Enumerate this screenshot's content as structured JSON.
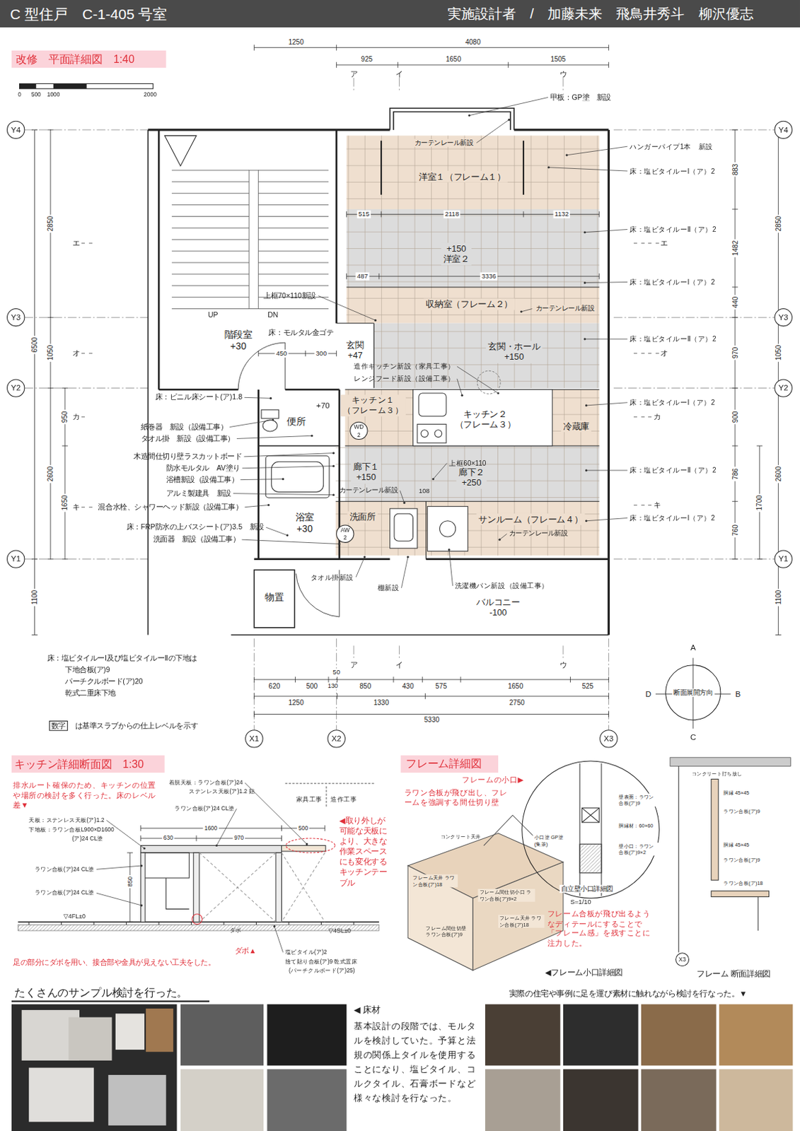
{
  "diagram": {
    "title": "C 型住戸　C-1-405 号室",
    "nodes": [
      {
        "text": [
          "洋室１（フレーム１）"
        ]
      },
      {
        "text": [
          "+150",
          "洋室２"
        ]
      },
      {
        "text": [
          "収納室（フレーム２）"
        ]
      },
      {
        "text": [
          "玄関・ホール",
          "+150"
        ]
      },
      {
        "text": [
          "玄関",
          "+47"
        ]
      },
      {
        "text": [
          "階段室",
          "+30"
        ]
      },
      {
        "text": [
          "キッチン１",
          "（フレーム３）"
        ]
      },
      {
        "text": [
          "キッチン２",
          "（フレーム３）"
        ]
      },
      {
        "text": [
          "冷蔵庫"
        ]
      },
      {
        "text": [
          "便所"
        ]
      },
      {
        "text": [
          "廊下１",
          "+150"
        ]
      },
      {
        "text": [
          "廊下２",
          "+250"
        ]
      },
      {
        "text": [
          "浴室",
          "+30"
        ]
      },
      {
        "text": [
          "洗面所"
        ]
      },
      {
        "text": [
          "サンルーム（フレーム４）"
        ]
      },
      {
        "text": [
          "バルコニー",
          "-100"
        ]
      },
      {
        "text": [
          "物置"
        ]
      }
    ],
    "labels": [
      "実施設計者　/　加藤未来　飛鳥井秀斗　柳沢優志",
      "改修　平面詳細図　1:40",
      "0",
      "500",
      "1000",
      "2000",
      "1250",
      "4080",
      "925",
      "1650",
      "1505",
      "ア",
      "イ",
      "ウ",
      "Y4",
      "Y4",
      "Y3",
      "Y3",
      "Y2",
      "Y2",
      "Y1",
      "Y1",
      "2850",
      "6500",
      "1050",
      "950",
      "2600",
      "1650",
      "1100",
      "エ－－",
      "オ－－",
      "カ－",
      "キ－－",
      "883",
      "2850",
      "1482",
      "440",
      "1050",
      "970",
      "900",
      "2600",
      "786",
      "1700",
      "760",
      "1100",
      "－－－－エ",
      "－－－－オ",
      "－－－カ",
      "－－－キ",
      "甲板：GP塗　新設",
      "ハンガーパイプ1本　新設",
      "床：塩ビタイルーⅠ（ア）2",
      "床：塩ビタイルーⅡ（ア）2",
      "床：塩ビタイルーⅠ（ア）2",
      "床：塩ビタイルーⅡ（ア）2",
      "床：塩ビタイルーⅠ（ア）2",
      "床：塩ビタイルーⅡ（ア）2",
      "床：塩ビタイルーⅠ（ア）2",
      "カーテンレール新設",
      "515",
      "2118",
      "1132",
      "487",
      "3336",
      "カーテンレール新設",
      "上框70×110新設",
      "床：モルタル金ゴテ",
      "450",
      "300",
      "造作キッチン新設（家具工事）",
      "レンジフード新設（設備工事）",
      "+70",
      "WD",
      "2",
      "上框60×110",
      "カーテンレール新設",
      "108",
      "AW",
      "2",
      "カーテンレール新設",
      "タオル掛新設",
      "棚新設",
      "洗濯機パン新設（設備工事）",
      "床：ビニル床シート(ア)1.8",
      "紙巻器　新設（設備工事）",
      "タオル掛　新設（設備工事）",
      "木造間仕切り壁ラスカットボード",
      "防水モルタル　AV塗り",
      "浴槽新設（設備工事）",
      "アルミ製建具　新設",
      "混合水栓、シャワーヘッド新設（設備工事）",
      "床：FRP防水の上バスシート(ア)3.5　新設",
      "洗面器　新設（設備工事）",
      "床：塩ビタイルーⅠ及び塩ビタイルーⅡの下地は",
      "下地合板(ア)9",
      "パーチクルボード(ア)20",
      "乾式二重床下地",
      "数字",
      "は基準スラブからの仕上レベルを示す",
      "ア",
      "イ",
      "ウ",
      "50",
      "620",
      "500",
      "130",
      "850",
      "430",
      "575",
      "1650",
      "525",
      "1250",
      "1330",
      "2750",
      "5330",
      "X1",
      "X2",
      "X3",
      "A",
      "B",
      "C",
      "D",
      "断面展開方向",
      "キッチン詳細断面図　1:30",
      "排水ルート確保のため、キッチンの位置や場所の検討を多く行った。床のレベル差▼",
      "着脱天板：ラワン合板(ア)24",
      "ステンレス天板(ア)1.2 貼",
      "家具工事",
      "造作工事",
      "ラワン合板(ア)24 CL塗",
      "天板：ステンレス天板(ア)1.2",
      "下地板：ラワン合板L900×D1600",
      "(ア)24 CL塗",
      "1600",
      "500",
      "630",
      "970",
      "◀取り外しが可能な天板により、大きな作業スペースにも変化するキッチンテーブル",
      "ラワン合板(ア)24 CL塗",
      "ラワン合板(ア)24 CL塗",
      "850",
      "▽4FL±0",
      "ダボ",
      "▽4SL±0",
      "ダボ▲",
      "足の部分にダボを用い、接合部や金具が見えない工夫をした。",
      "塩ビタイル(ア)2",
      "捨て貼り合板(ア)9 乾式置床",
      "(パーチクルボード(ア)25)",
      "フレーム詳細図",
      "フレームの小口▶",
      "ラワン合板が飛び出し、フレームを強調する間仕切り壁",
      "コンクリート天井",
      "フレーム天井 ラワン合板(ア)18",
      "フレーム間仕切小口 ラワン合板(ア)9×2",
      "フレーム天井 ラワン合板(ア)18",
      "フレーム間仕切壁 ラワン合板(ア)9",
      "壁表面：ラワン合板(ア)9",
      "胴縁材：60×60",
      "小口塗 GP塗 (集茶)",
      "壁小口：ラワン合板(ア)9×2",
      "自立壁小口詳細図",
      "S=1/10",
      "フレーム合板が飛び出るようなディテールにすることで「フレーム感」を残すことに注力した。",
      "◀フレーム小口詳細図",
      "コンクリート打ち放し",
      "胴縁 45×45",
      "ラワン合板(ア)9",
      "胴縁 45×45",
      "ラワン合板(ア)9",
      "ラワン合板(ア)18",
      "X3",
      "フレーム 断面詳細図",
      "たくさんのサンプル検討を行った。",
      "実際の住宅や事例に足を運び素材に触れながら検討を行なった。▼",
      "◀ 床材",
      "基本設計の段階では、モルタルを検討していた。予算と法規の関係上タイルを使用することになり、塩ビタイル、コルクタイル、石膏ボードなど様々な検討を行なった。",
      "UP",
      "DN"
    ]
  }
}
